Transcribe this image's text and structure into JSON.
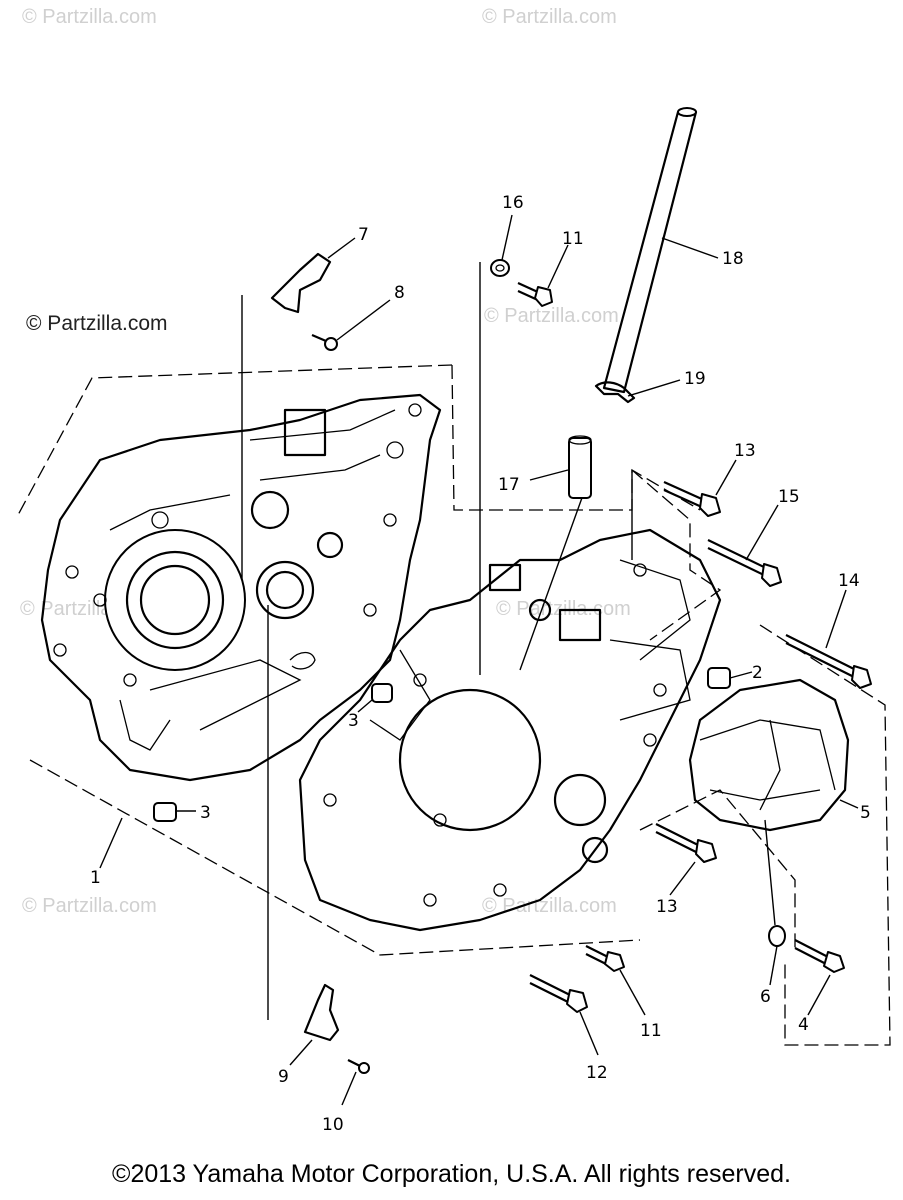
{
  "watermarks": {
    "w1": "© Partzilla.com",
    "w2": "© Partzilla.com",
    "w3": "© Partzilla.com",
    "w4": "© Partzilla.com",
    "w5": "© Partzilla.com",
    "w6": "© Partzilla.com",
    "w7": "© Partzilla.com",
    "main": "© Partzilla.com"
  },
  "callouts": {
    "c1": "1",
    "c2": "2",
    "c3a": "3",
    "c3b": "3",
    "c4": "4",
    "c5": "5",
    "c6": "6",
    "c7": "7",
    "c8": "8",
    "c9": "9",
    "c10": "10",
    "c11a": "11",
    "c11b": "11",
    "c12": "12",
    "c13a": "13",
    "c13b": "13",
    "c14": "14",
    "c15": "15",
    "c16": "16",
    "c17": "17",
    "c18": "18",
    "c19": "19"
  },
  "footer": {
    "copyright": "©2013 Yamaha Motor Corporation, U.S.A. All rights reserved."
  }
}
